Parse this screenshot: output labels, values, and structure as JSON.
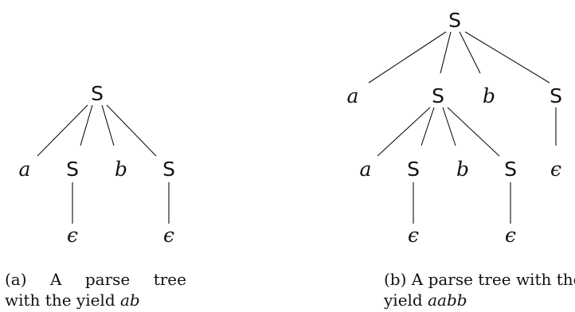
{
  "tree_a": {
    "nodes": [
      "S",
      "a",
      "S",
      "b",
      "S",
      "ϵ",
      "ϵ"
    ]
  },
  "tree_b": {
    "nodes": [
      "S",
      "a",
      "S",
      "b",
      "S",
      "a",
      "S",
      "b",
      "S",
      "ϵ",
      "ϵ",
      "ϵ"
    ]
  },
  "caption_a": {
    "label": "(a)",
    "words_line1": [
      "A",
      "parse",
      "tree"
    ],
    "line2_text": "with the yield",
    "yield": "ab"
  },
  "caption_b": {
    "line1": "(b) A parse tree with the",
    "line2_text": "yield",
    "yield": "aabb"
  }
}
